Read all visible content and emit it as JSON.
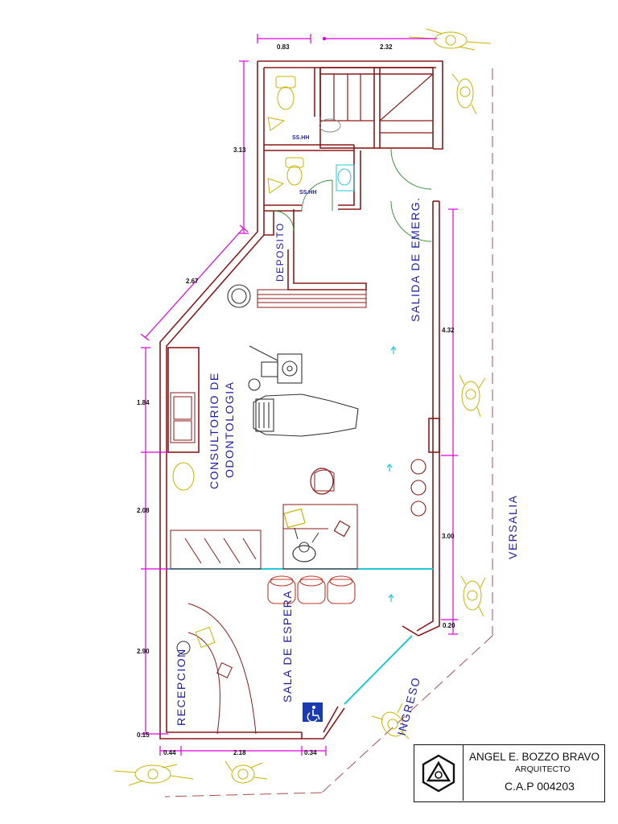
{
  "dimensions": {
    "top_left": "0.83",
    "top_right": "2.32",
    "left_upper": "3.13",
    "diagonal": "2.67",
    "left_a": "1.84",
    "left_b": "2.08",
    "left_c": "2.90",
    "left_d": "0.15",
    "right_upper": "4.32",
    "right_lower": "3.00",
    "right_bottom": "0.20",
    "bottom_a": "0.44",
    "bottom_b": "2.18",
    "bottom_c": "0.34"
  },
  "rooms": {
    "sshh_1": "SS.HH",
    "sshh_2": "SS.HH",
    "deposito": "DEPOSITO",
    "salida": "SALIDA DE EMERG.",
    "consultorio_1": "CONSULTORIO DE",
    "consultorio_2": "ODONTOLOGIA",
    "recepcion": "RECEPCION",
    "sala": "SALA DE ESPERA",
    "ingreso": "INGRESO",
    "versalia": "VERSALIA"
  },
  "title_block": {
    "name": "ANGEL E. BOZZO BRAVO",
    "role": "ARQUITECTO",
    "cap": "C.A.P 004203"
  },
  "colors": {
    "wall": "#8b1a1a",
    "dimension": "#e000e0",
    "room_label": "#1f1fa8",
    "glass": "#22c8d8",
    "furniture": "#c8b400",
    "accessible": "#1a3ab0"
  }
}
